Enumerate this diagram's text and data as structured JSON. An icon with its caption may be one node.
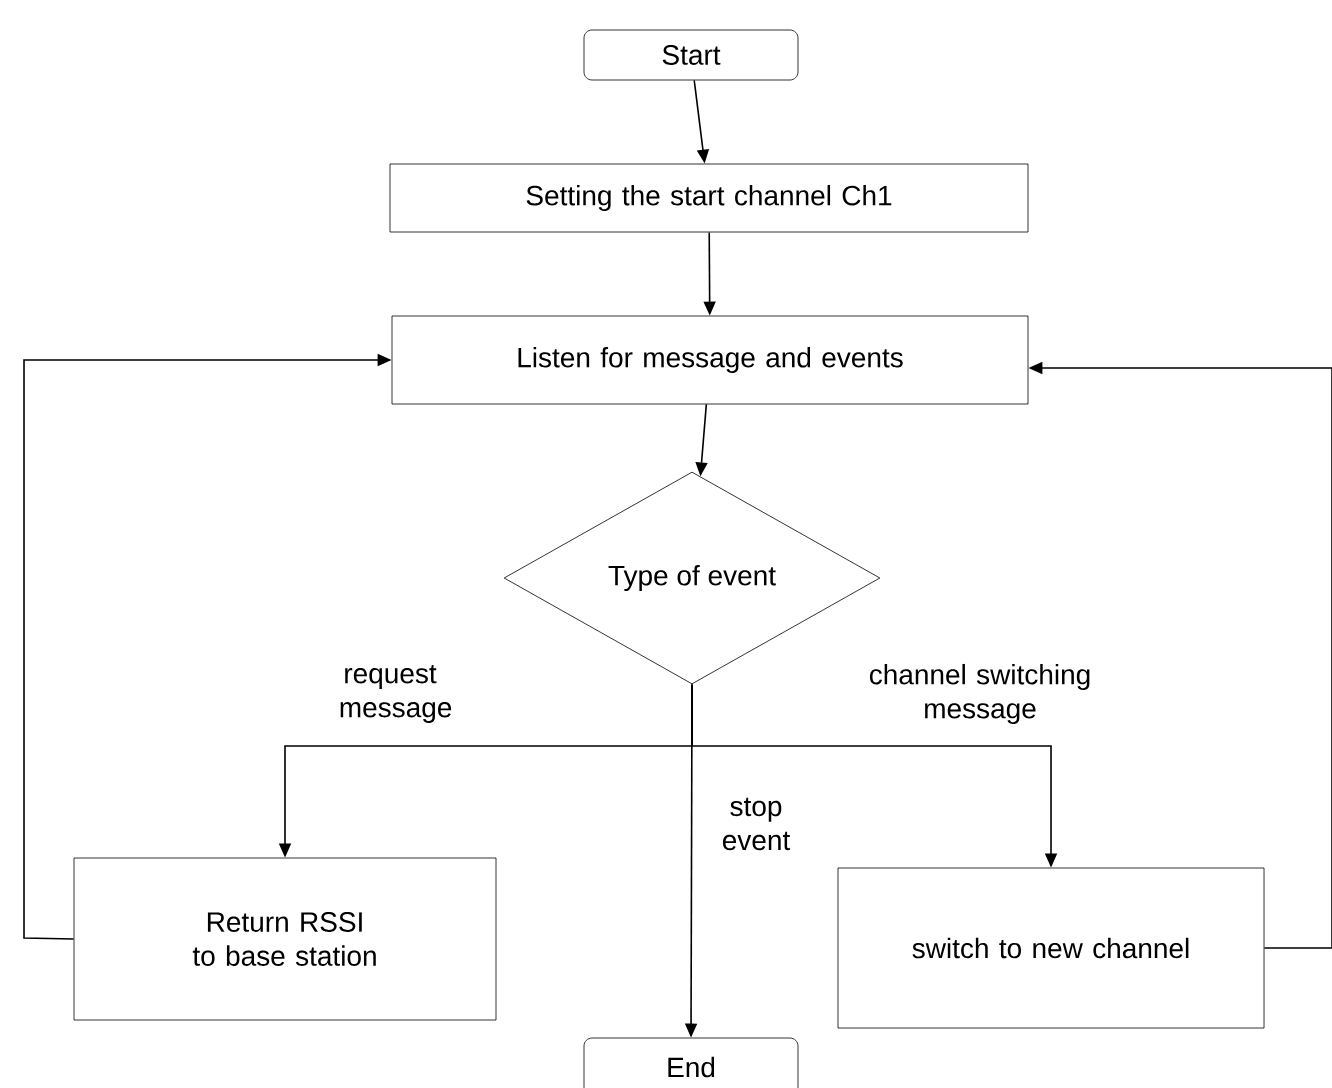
{
  "diagram": {
    "nodes": [
      {
        "text": [
          "Start"
        ]
      },
      {
        "text": [
          "Setting the start channel Ch1"
        ]
      },
      {
        "text": [
          "Listen for message and events"
        ]
      },
      {
        "text": [
          "Type of event"
        ]
      },
      {
        "text": [
          "Return RSSI to base station"
        ]
      },
      {
        "text": [
          "switch to new channel"
        ]
      },
      {
        "text": [
          "End"
        ]
      }
    ],
    "edges": [
      {
        "from": 0,
        "to": 1,
        "arrow": "to"
      },
      {
        "from": 1,
        "to": 2,
        "arrow": "to"
      },
      {
        "from": 2,
        "to": 3,
        "arrow": "to"
      },
      {
        "from": 3,
        "to": 4,
        "arrow": "to",
        "label": "request message"
      },
      {
        "from": 3,
        "to": 5,
        "arrow": "to",
        "label": "channel switching message"
      },
      {
        "from": 3,
        "to": 6,
        "arrow": "to",
        "label": "stop event"
      },
      {
        "from": 4,
        "to": 2,
        "arrow": "to"
      },
      {
        "from": 5,
        "to": 2,
        "arrow": "to"
      }
    ]
  }
}
